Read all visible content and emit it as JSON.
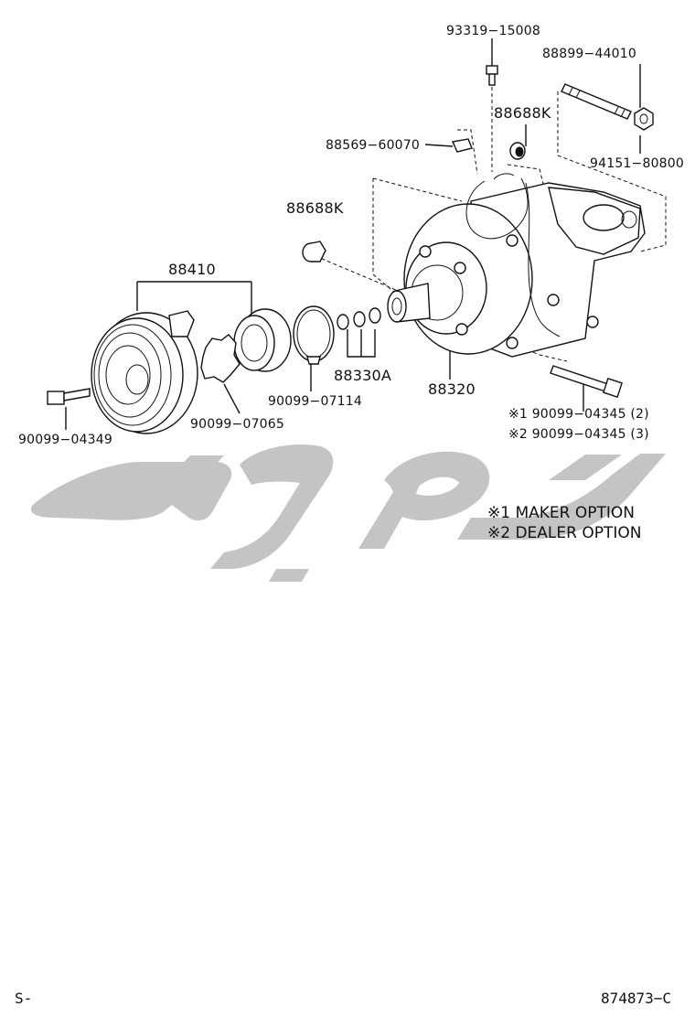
{
  "parts": {
    "p93319": "93319−15008",
    "p88899": "88899−44010",
    "p88688K_top": "88688K",
    "p88569": "88569−60070",
    "p94151": "94151−80800",
    "p88688K_left": "88688K",
    "p88410": "88410",
    "p88330A": "88330A",
    "p88320": "88320",
    "p90099_07114": "90099−07114",
    "p90099_07065": "90099−07065",
    "p90099_04349": "90099−04349",
    "bolt1": "※1 90099−04345 (2)",
    "bolt2": "※2 90099−04345 (3)"
  },
  "notes": {
    "maker": "※1  MAKER OPTION",
    "dealer": "※2  DEALER OPTION"
  },
  "footer": {
    "left": "S-",
    "right": "874873−C"
  }
}
